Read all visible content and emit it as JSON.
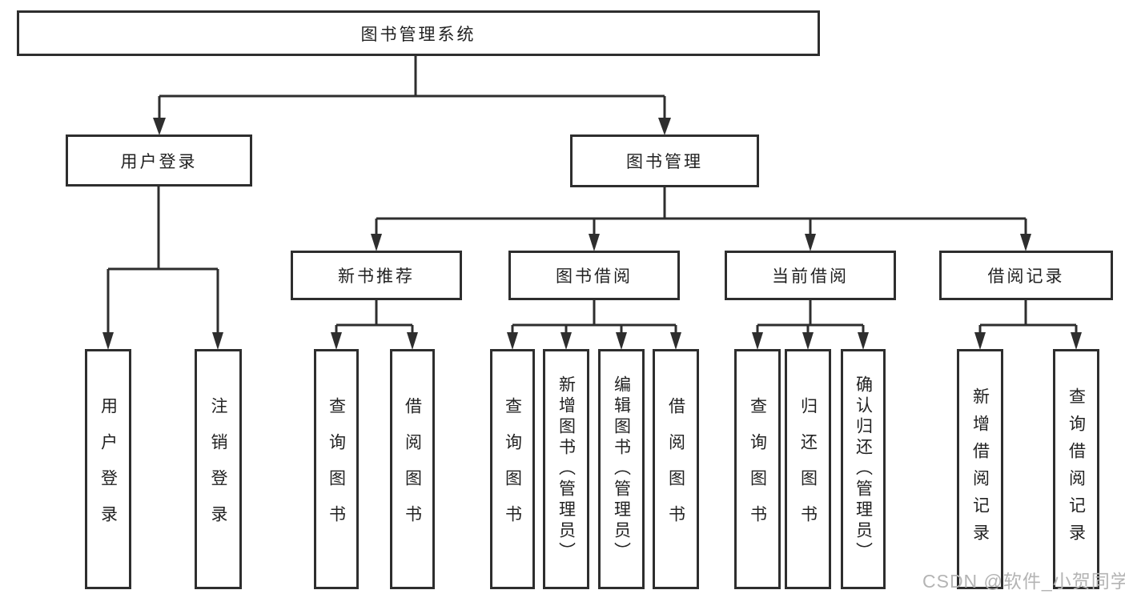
{
  "diagram": {
    "root": "图书管理系统",
    "level2": {
      "user_login": "用户登录",
      "book_mgmt": "图书管理"
    },
    "level3": {
      "new_books": "新书推荐",
      "borrow": "图书借阅",
      "current": "当前借阅",
      "records": "借阅记录"
    },
    "leaves": {
      "login": [
        "用户登录",
        "注销登录"
      ],
      "new_books": [
        "查询图书",
        "借阅图书"
      ],
      "borrow": [
        "查询图书",
        "新增图书（管理员）",
        "编辑图书（管理员）",
        "借阅图书"
      ],
      "current": [
        "查询图书",
        "归还图书",
        "确认归还（管理员）"
      ],
      "records": [
        "新增借阅记录",
        "查询借阅记录"
      ]
    }
  },
  "watermark": "CSDN @软件_小贺同学",
  "colors": {
    "line": "#2e2e2e",
    "border": "#2e2e2e",
    "text": "#222222",
    "background": "#ffffff",
    "watermark": "#b4b4b4"
  }
}
